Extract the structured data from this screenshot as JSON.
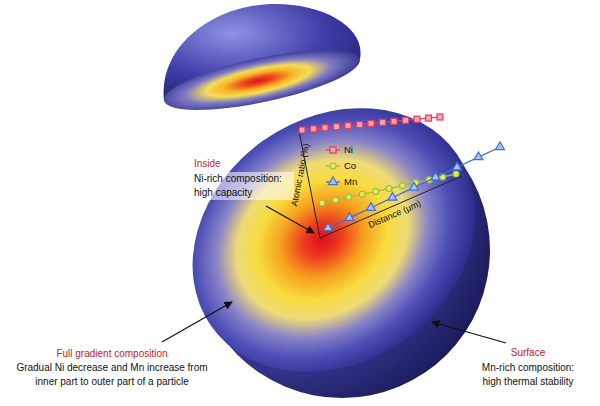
{
  "diagram": {
    "labels": [
      "Inside",
      "Ni-rich composition: high capacity",
      "Full gradient composition",
      "Gradual Ni decrease and Mn increase from inner part to outer part of a particle",
      "Surface",
      "Mn-rich composition: high thermal stability",
      "Atomic ratio (%)",
      "Distance (μm)"
    ],
    "legend": [
      {
        "text": "Ni"
      },
      {
        "text": "Co"
      },
      {
        "text": "Mn"
      }
    ]
  }
}
